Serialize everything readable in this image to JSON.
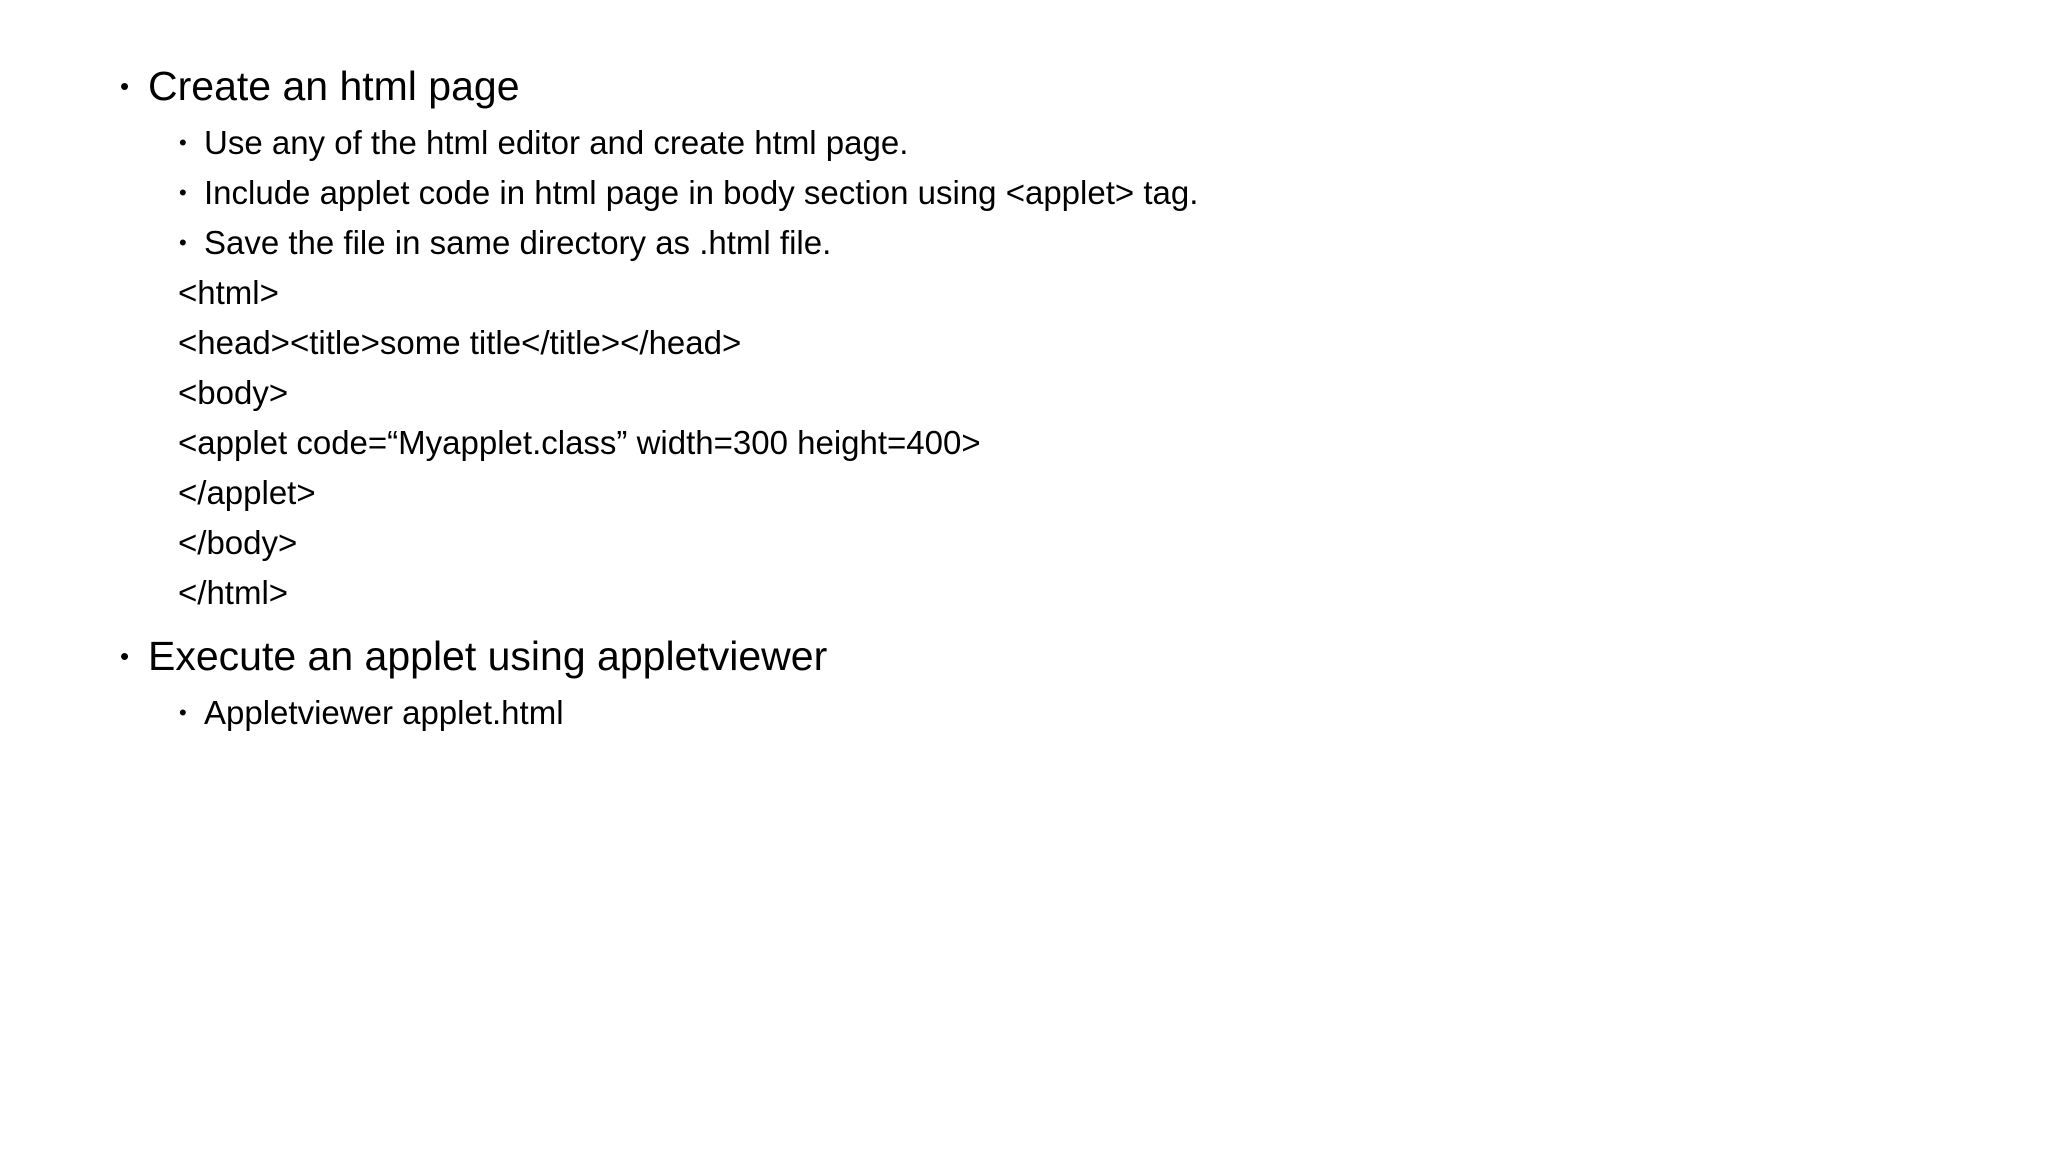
{
  "slide": {
    "background_color": "#ffffff",
    "text_color": "#000000",
    "bullet_glyph": "•",
    "content": [
      {
        "level": 1,
        "kind": "bullet",
        "text": "Create an html page"
      },
      {
        "level": 2,
        "kind": "bullet",
        "text": "Use any of the html editor and create html page."
      },
      {
        "level": 2,
        "kind": "bullet",
        "text": "Include applet code in html page in body section using <applet> tag."
      },
      {
        "level": 2,
        "kind": "bullet",
        "text": "Save the file in same directory as .html file."
      },
      {
        "level": 2,
        "kind": "code",
        "text": "<html>"
      },
      {
        "level": 2,
        "kind": "code",
        "text": "<head><title>some title</title></head>"
      },
      {
        "level": 2,
        "kind": "code",
        "text": "<body>"
      },
      {
        "level": 2,
        "kind": "code",
        "text": "<applet code=“Myapplet.class” width=300 height=400>"
      },
      {
        "level": 2,
        "kind": "code",
        "text": "</applet>"
      },
      {
        "level": 2,
        "kind": "code",
        "text": "</body>"
      },
      {
        "level": 2,
        "kind": "code",
        "text": "</html>"
      },
      {
        "level": 1,
        "kind": "bullet",
        "text": "Execute an applet using appletviewer"
      },
      {
        "level": 2,
        "kind": "bullet",
        "text": "Appletviewer applet.html"
      }
    ]
  }
}
